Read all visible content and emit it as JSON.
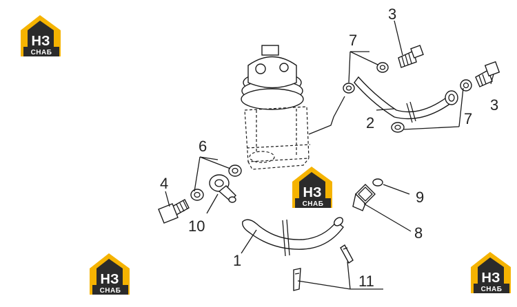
{
  "logo": {
    "main": "НЗ",
    "sub": "СНАБ",
    "accent": "#f5b301",
    "dark": "#2b2b2b"
  },
  "callouts": {
    "c1": "1",
    "c2": "2",
    "c3a": "3",
    "c3b": "3",
    "c4": "4",
    "c6": "6",
    "c7a": "7",
    "c7b": "7",
    "c8": "8",
    "c9": "9",
    "c10": "10",
    "c11": "11"
  }
}
